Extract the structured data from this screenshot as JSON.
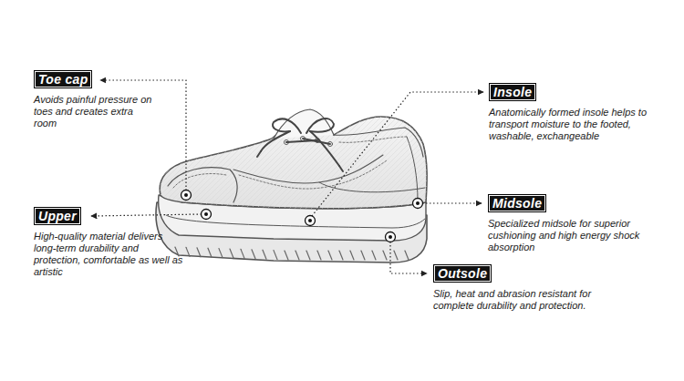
{
  "diagram": {
    "nodes": [
      {
        "text": [
          "Toe cap",
          "Avoids painful pressure on toes and creates extra room"
        ]
      },
      {
        "text": [
          "Insole",
          "Anatomically formed insole helps to transport moisture to the footed, washable, exchangeable"
        ]
      },
      {
        "text": [
          "Upper",
          "High-quality material delivers long-term durability and protection, comfortable as well as artistic"
        ]
      },
      {
        "text": [
          "Midsole",
          "Specialized midsole for superior cushioning and high energy shock absorption"
        ]
      },
      {
        "text": [
          "Outsole",
          "Slip, heat and abrasion resistant for complete durability and protection."
        ]
      }
    ]
  }
}
